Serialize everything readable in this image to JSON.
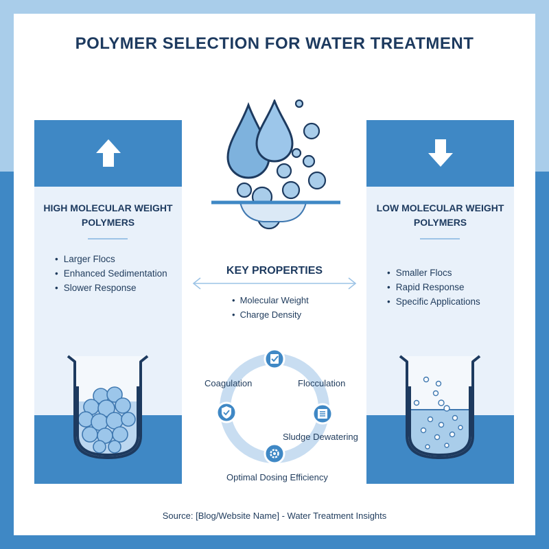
{
  "title": "POLYMER SELECTION FOR WATER TREATMENT",
  "left_panel": {
    "title_line1": "HIGH MOLECULAR WEIGHT",
    "title_line2": "POLYMERS",
    "items": [
      "Larger Flocs",
      "Enhanced Sedimentation",
      "Slower Response"
    ],
    "arrow_icon": "arrow-up-icon",
    "illustration": "beaker-with-large-flocs"
  },
  "right_panel": {
    "title_line1": "LOW MOLECULAR WEIGHT",
    "title_line2": "POLYMERS",
    "items": [
      "Smaller Flocs",
      "Rapid Response",
      "Specific Applications"
    ],
    "arrow_icon": "arrow-down-icon",
    "illustration": "beaker-with-small-particles"
  },
  "key_properties": {
    "title": "KEY PROPERTIES",
    "items": [
      "Molecular Weight",
      "Charge Density"
    ]
  },
  "cycle": {
    "labels": {
      "coagulation": "Coagulation",
      "flocculation": "Flocculation",
      "sludge": "Sludge Dewatering",
      "dosing": "Optimal Dosing Efficiency"
    },
    "icons": [
      "check-clipboard-icon",
      "document-icon",
      "gear-icon",
      "shield-check-icon"
    ]
  },
  "footer": "Source: [Blog/Website Name] - Water Treatment Insights",
  "colors": {
    "primary_blue": "#3f88c5",
    "light_blue": "#a9cdea",
    "panel_bg": "#e9f1fa",
    "navy_text": "#1d3a5f"
  }
}
